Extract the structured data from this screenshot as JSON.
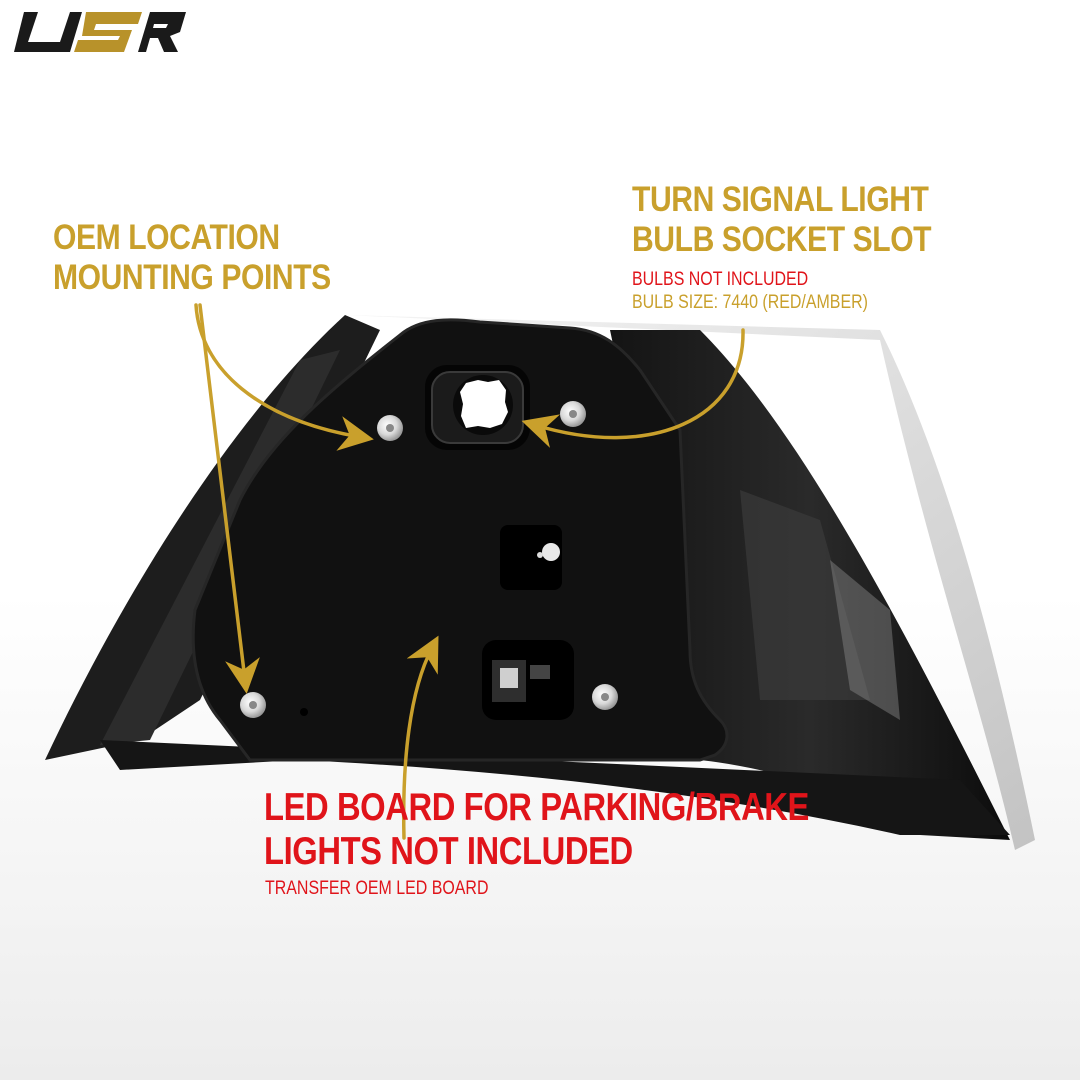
{
  "brand": {
    "logo_text": "USR",
    "colors": {
      "black": "#1a1a1a",
      "gold": "#c9a02c",
      "red": "#e0141a"
    }
  },
  "callouts": {
    "mounting_points": {
      "title_line1": "OEM LOCATION",
      "title_line2": "MOUNTING POINTS"
    },
    "turn_signal": {
      "title_line1": "TURN SIGNAL LIGHT",
      "title_line2": "BULB SOCKET SLOT",
      "note_red": "BULBS NOT INCLUDED",
      "note_gold": "BULB SIZE: 7440 (RED/AMBER)"
    },
    "led_board": {
      "title_line1": "LED BOARD FOR PARKING/BRAKE",
      "title_line2": "LIGHTS NOT INCLUDED",
      "note": "TRANSFER OEM LED BOARD"
    }
  },
  "product": {
    "name": "tail-light-housing-rear-view",
    "features": [
      "mounting-bolt",
      "mounting-bolt",
      "mounting-bolt",
      "mounting-bolt",
      "bulb-socket",
      "led-connector-port",
      "led-board-slot"
    ]
  }
}
